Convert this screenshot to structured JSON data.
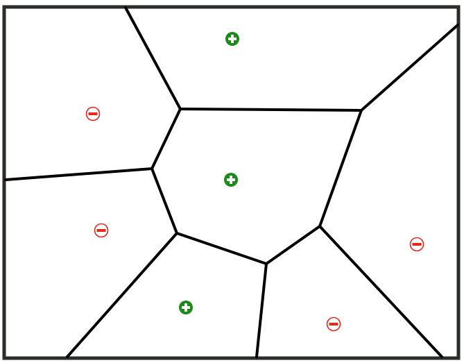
{
  "diagram": {
    "frame_color": "#2a2d28",
    "edge_color": "#000000",
    "positive_color": "#1a8a1a",
    "negative_color": "#e8261c",
    "sites": [
      {
        "id": "top-center",
        "sign": "positive"
      },
      {
        "id": "upper-left",
        "sign": "negative"
      },
      {
        "id": "center",
        "sign": "positive"
      },
      {
        "id": "middle-left",
        "sign": "negative"
      },
      {
        "id": "right",
        "sign": "negative"
      },
      {
        "id": "bottom-center-left",
        "sign": "positive"
      },
      {
        "id": "bottom-center-right",
        "sign": "negative"
      }
    ]
  }
}
